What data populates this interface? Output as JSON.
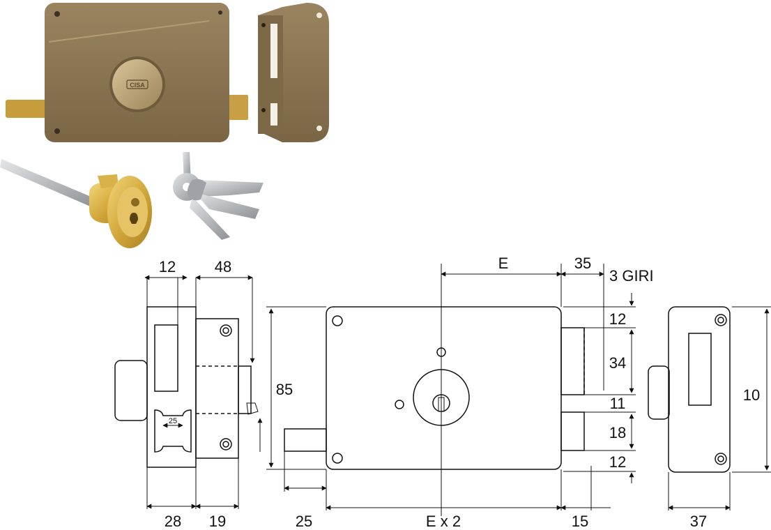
{
  "product_photo": {
    "lock_logo": "CISA"
  },
  "drawing": {
    "side_view": {
      "dim_top_12": "12",
      "dim_top_48": "48",
      "dim_bottom_28": "28",
      "dim_bottom_19": "19",
      "dim_slot_25": "25"
    },
    "front_view": {
      "dim_E": "E",
      "dim_35": "35",
      "dim_3giri": "3 GIRI",
      "dim_85": "85",
      "dim_25": "25",
      "dim_Ex2": "E x 2",
      "dim_15": "15",
      "dim_12a": "12",
      "dim_34": "34",
      "dim_11": "11",
      "dim_18": "18",
      "dim_12b": "12"
    },
    "strike_view": {
      "dim_10": "10",
      "dim_37": "37"
    }
  },
  "colors": {
    "body_bronze": "#8a7452",
    "body_dark": "#6e5b3c",
    "brass": "#d8b24a",
    "steel": "#b9bcc0",
    "line": "#111111"
  }
}
